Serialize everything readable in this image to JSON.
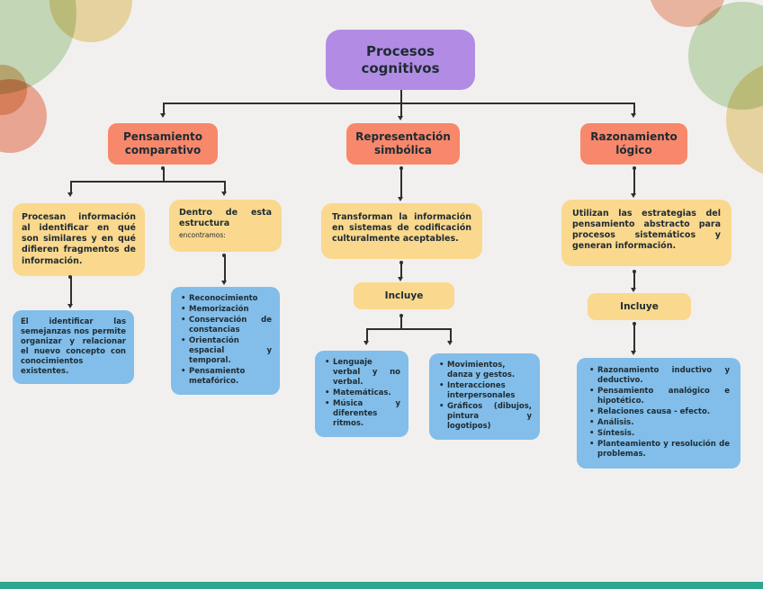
{
  "colors": {
    "background": "#f1f0ee",
    "topic_purple": "#b28ce4",
    "header_orange": "#f7886b",
    "note_yellow": "#fad88d",
    "list_blue": "#82bee9",
    "connector": "#2f2f2f",
    "footer_teal": "#2ea78f",
    "text": "#1e2b33"
  },
  "topic": {
    "label": "Procesos cognitivos"
  },
  "branches": {
    "comparativo": {
      "header": "Pensamiento comparativo",
      "note_procesan": "Procesan información al identificar en qué son similares y en qué difieren fragmentos de información.",
      "note_dentro_main": "Dentro de esta estructura",
      "note_dentro_sub": "encontramos:",
      "note_identificar": "El identificar las semejanzas nos permite organizar y relacionar el nuevo concepto con conocimientos existentes.",
      "estructura_items": [
        "Reconocimiento",
        "Memorización",
        "Conservación de constancias",
        "Orientación espacial y temporal.",
        "Pensamiento metafórico."
      ]
    },
    "simbolica": {
      "header": "Representación simbólica",
      "note_transforman": "Transforman la información en sistemas de codificación culturalmente aceptables.",
      "incluye_label": "Incluye",
      "items_left": [
        "Lenguaje verbal y no verbal.",
        "Matemáticas.",
        "Música y diferentes ritmos."
      ],
      "items_right": [
        "Movimientos, danza y gestos.",
        "Interacciones interpersonales",
        "Gráficos (dibujos, pintura y logotipos)"
      ]
    },
    "logico": {
      "header": "Razonamiento lógico",
      "note_utilizan": "Utilizan las estrategias del pensamiento abstracto para procesos sistemáticos y generan información.",
      "incluye_label": "Incluye",
      "items": [
        "Razonamiento inductivo y deductivo.",
        "Pensamiento analógico e hipotético.",
        "Relaciones causa - efecto.",
        "Análisis.",
        "Síntesis.",
        "Planteamiento y resolución de problemas."
      ]
    }
  }
}
